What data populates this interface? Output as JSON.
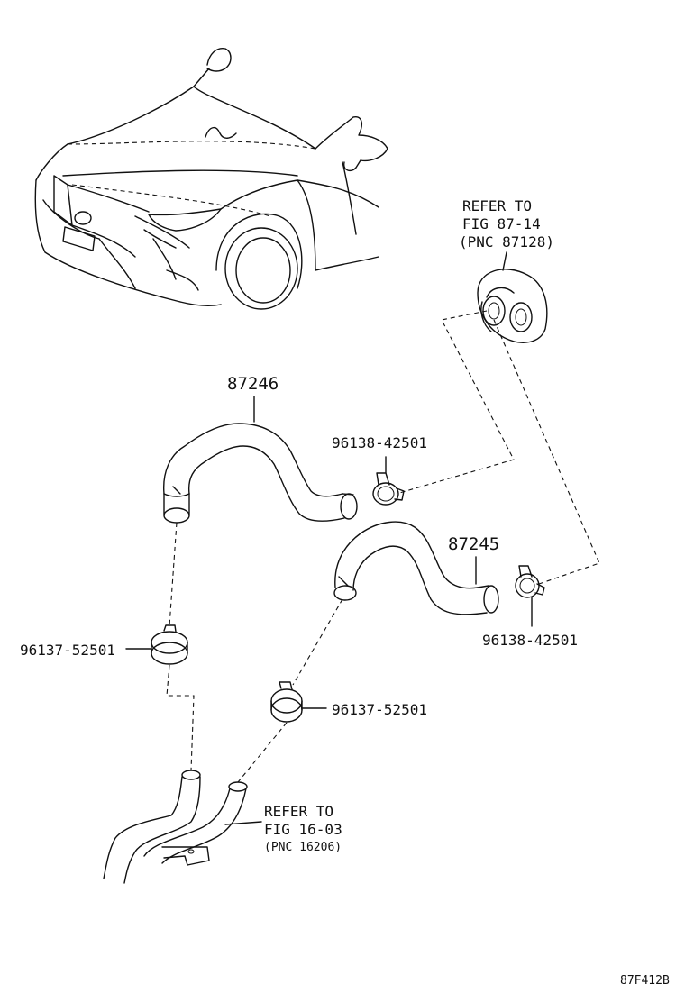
{
  "figure_code": "87F412B",
  "parts": {
    "hose_upper": {
      "part_no": "87246"
    },
    "hose_lower": {
      "part_no": "87245"
    },
    "clip_upper_right": {
      "part_no": "96138-42501"
    },
    "clip_lower_right": {
      "part_no": "96138-42501"
    },
    "clip_left": {
      "part_no": "96137-52501"
    },
    "clip_middle": {
      "part_no": "96137-52501"
    }
  },
  "references": {
    "grommet": {
      "line1": "REFER TO",
      "line2": "FIG 87-14",
      "line3": "(PNC 87128)"
    },
    "pipe": {
      "line1": "REFER TO",
      "line2": "FIG 16-03",
      "line3": "(PNC 16206)"
    }
  }
}
